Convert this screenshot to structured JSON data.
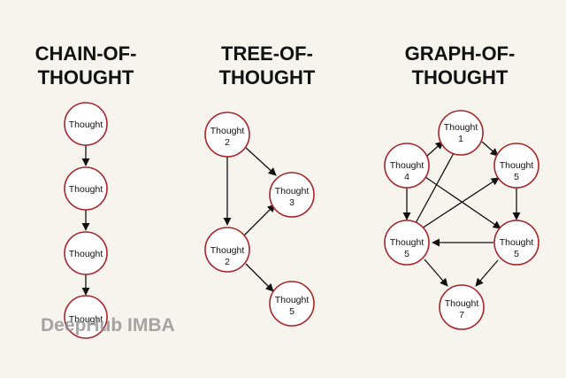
{
  "titles": {
    "chain": [
      "CHAIN-OF-",
      "THOUGHT"
    ],
    "tree": [
      "TREE-OF-",
      "THOUGHT"
    ],
    "graph": [
      "GRAPH-OF-",
      "THOUGHT"
    ]
  },
  "watermark": "DeepHub IMBA",
  "colors": {
    "node_stroke": "#a7262b",
    "node_fill": "#ffffff",
    "edge": "#111111",
    "background": "#f7f4ee"
  },
  "chain": {
    "nodes": [
      {
        "label": "Thought",
        "sub": ""
      },
      {
        "label": "Thought",
        "sub": ""
      },
      {
        "label": "Thought",
        "sub": ""
      },
      {
        "label": "Thought",
        "sub": ""
      }
    ]
  },
  "tree": {
    "nodes": [
      {
        "label": "Thought",
        "sub": "2"
      },
      {
        "label": "Thought",
        "sub": "3"
      },
      {
        "label": "Thought",
        "sub": "2"
      },
      {
        "label": "Thought",
        "sub": "5"
      }
    ]
  },
  "graph": {
    "nodes": [
      {
        "label": "Thought",
        "sub": "1"
      },
      {
        "label": "Thought",
        "sub": "4"
      },
      {
        "label": "Thought",
        "sub": "5"
      },
      {
        "label": "Thought",
        "sub": "5"
      },
      {
        "label": "Thought",
        "sub": "5"
      },
      {
        "label": "Thought",
        "sub": "7"
      }
    ]
  }
}
